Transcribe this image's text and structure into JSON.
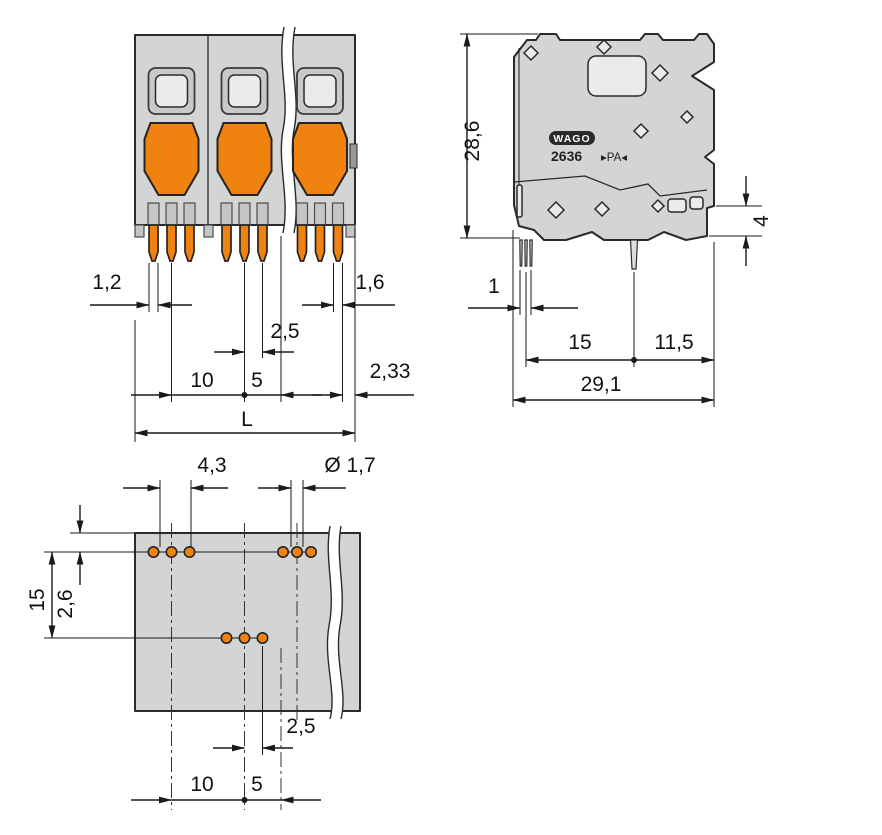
{
  "page": {
    "background": "#ffffff"
  },
  "drawing": {
    "type": "technical-dimension-drawing",
    "colors": {
      "housing_gray": "#d3d5d5",
      "outline": "#2a2a2a",
      "accent_orange": "#f0820f",
      "dimension_line": "#1a1a1a",
      "background": "#ffffff"
    },
    "views": {
      "front": {
        "dims": {
          "pin_left": "1,2",
          "pin_right": "1,6",
          "pin_spacing": "2,5",
          "pitch": "10",
          "half_pitch": "5",
          "edge_offset": "2,33",
          "length": "L"
        }
      },
      "side": {
        "marking": {
          "brand": "WAGO",
          "series": "2636",
          "material": "▸PA◂"
        },
        "dims": {
          "height": "28,6",
          "foot_height": "4",
          "pin_width": "1",
          "pin_span": "15",
          "pin_to_edge": "11,5",
          "width": "29,1"
        }
      },
      "footprint": {
        "dims": {
          "hole_pair_span": "4,3",
          "hole_diameter": "Ø 1,7",
          "row_span": "15",
          "row_offset": "2,6",
          "hole_spacing": "2,5",
          "pitch": "10",
          "half_pitch": "5"
        }
      }
    }
  }
}
